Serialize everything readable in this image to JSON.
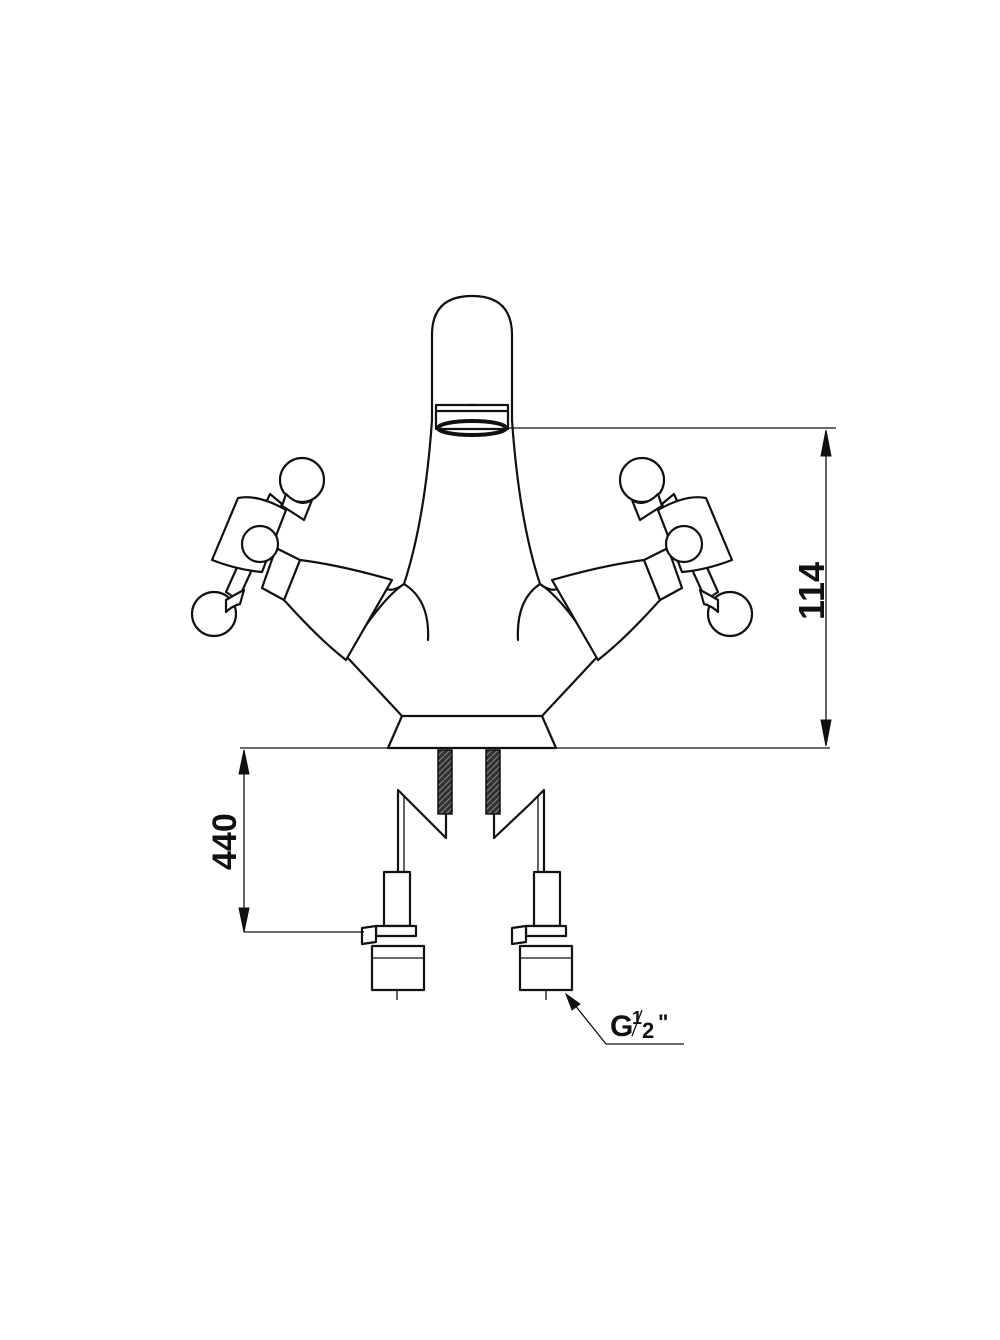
{
  "diagram": {
    "dimensions": {
      "height_label": "114",
      "pipe_length_label": "440",
      "thread_label_main": "G",
      "thread_label_num": "1",
      "thread_label_den": "2",
      "thread_label_quote": "\""
    },
    "colors": {
      "line": "#111111",
      "background": "#ffffff"
    }
  }
}
